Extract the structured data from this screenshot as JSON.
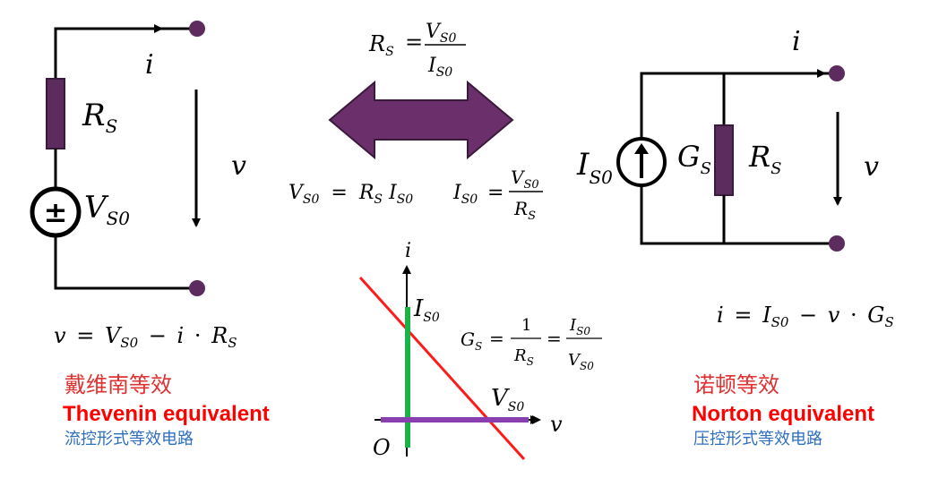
{
  "colors": {
    "wire": "#000000",
    "terminal": "#5b2c5d",
    "resistor": "#5b2c5d",
    "arrow_fill": "#6b2f6b",
    "arrow_stroke": "#3a1a3a",
    "line_red": "#ff1a1a",
    "line_green": "#1ab34a",
    "line_purple": "#8a3fb0",
    "text_red": "#ff0000",
    "text_blue": "#2f6fc0"
  },
  "thevenin": {
    "current_label": "i",
    "voltage_label": "v",
    "resistor_label": "R",
    "resistor_sub": "S",
    "source_label": "V",
    "source_sub": "S0",
    "source_sign": "±",
    "equation": {
      "a": "v",
      "eq": "=",
      "b": "V",
      "b_sub": "S0",
      "op": "−",
      "c": "i",
      "dot": "·",
      "d": "R",
      "d_sub": "S"
    },
    "title_cn": "戴维南等效",
    "title_en": "Thevenin equivalent",
    "subtitle_cn": "流控形式等效电路"
  },
  "norton": {
    "current_label": "i",
    "voltage_label": "v",
    "source_label": "I",
    "source_sub": "S0",
    "conductance_label": "G",
    "conductance_sub": "S",
    "resistor_label": "R",
    "resistor_sub": "S",
    "equation": {
      "a": "i",
      "eq": "=",
      "b": "I",
      "b_sub": "S0",
      "op": "−",
      "c": "v",
      "dot": "·",
      "d": "G",
      "d_sub": "S"
    },
    "title_cn": "诺顿等效",
    "title_en": "Norton equivalent",
    "subtitle_cn": "压控形式等效电路"
  },
  "conversion": {
    "rs_formula": {
      "lhs": "R",
      "lhs_sub": "S",
      "eq": "=",
      "num": "V",
      "num_sub": "S0",
      "den": "I",
      "den_sub": "S0"
    },
    "vs_formula": {
      "lhs": "V",
      "lhs_sub": "S0",
      "eq": "=",
      "r": "R",
      "r_sub": "S",
      "i": "I",
      "i_sub": "S0"
    },
    "is_formula": {
      "lhs": "I",
      "lhs_sub": "S0",
      "eq": "=",
      "num": "V",
      "num_sub": "S0",
      "den": "R",
      "den_sub": "S"
    }
  },
  "graph": {
    "y_axis_label": "i",
    "x_axis_label": "v",
    "origin_label": "O",
    "y_intercept_label": "I",
    "y_intercept_sub": "S0",
    "x_intercept_label": "V",
    "x_intercept_sub": "S0",
    "gs_formula": {
      "lhs": "G",
      "lhs_sub": "S",
      "eq1": "=",
      "num1": "1",
      "den1": "R",
      "den1_sub": "S",
      "eq2": "=",
      "num2": "I",
      "num2_sub": "S0",
      "den2": "V",
      "den2_sub": "S0"
    }
  }
}
